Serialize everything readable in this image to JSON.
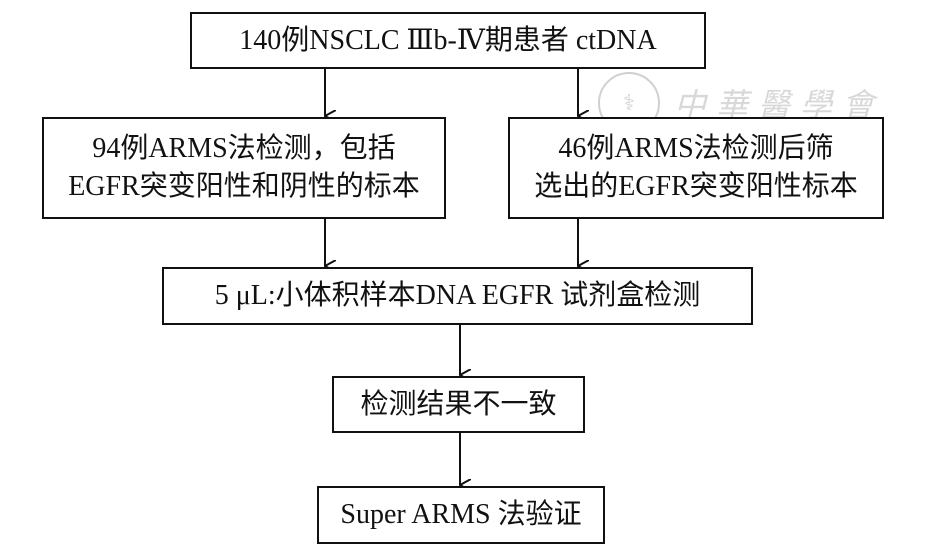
{
  "nodes": {
    "start": "140例NSCLC  Ⅲb-Ⅳ期患者 ctDNA",
    "left_line1": "94例ARMS法检测，包括",
    "left_line2": "EGFR突变阳性和阴性的标本",
    "right_line1": "46例ARMS法检测后筛",
    "right_line2": "选出的EGFR突变阳性标本",
    "test": "5 μL:小体积样本DNA EGFR  试剂盒检测",
    "discord": "检测结果不一致",
    "verify": "Super ARMS 法验证"
  },
  "watermark": {
    "text": "中華醫學會",
    "icon": "society-seal-icon"
  }
}
